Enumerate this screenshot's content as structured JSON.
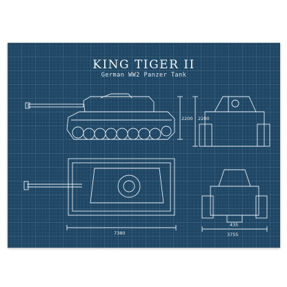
{
  "poster": {
    "title": "KING TIGER II",
    "subtitle": "German WW2 Panzer Tank",
    "colors": {
      "background": "#1f4766",
      "ink": "#f3f6f8"
    }
  },
  "dimensions": {
    "side_height": "2200",
    "front_height": "2200",
    "top_length": "7380",
    "rear_width": "3755",
    "rear_track": "435"
  }
}
